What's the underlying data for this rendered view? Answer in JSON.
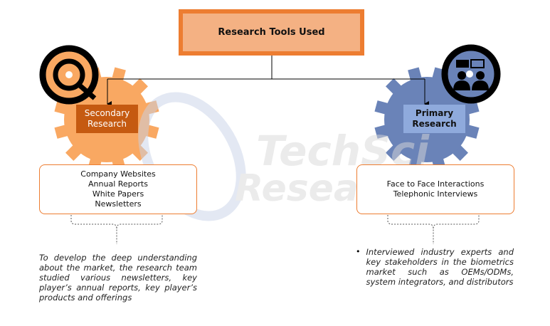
{
  "title": "Research Tools Used",
  "watermark": [
    "TechSci",
    "Research"
  ],
  "secondary": {
    "label_line1": "Secondary",
    "label_line2": "Research",
    "items": [
      "Company Websites",
      "Annual Reports",
      "White Papers",
      "Newsletters"
    ],
    "description": "To develop the deep understanding about the market, the research team studied various newsletters, key player’s annual reports, key player’s products and offerings",
    "color": "#f9a862"
  },
  "primary": {
    "label_line1": "Primary",
    "label_line2": "Research",
    "items": [
      "Face to Face Interactions",
      "Telephonic Interviews"
    ],
    "description": "Interviewed industry experts and key stakeholders in the biometrics market such as OEMs/ODMs, system integrators, and distributors",
    "bullet": "•",
    "color": "#6a83b8"
  }
}
